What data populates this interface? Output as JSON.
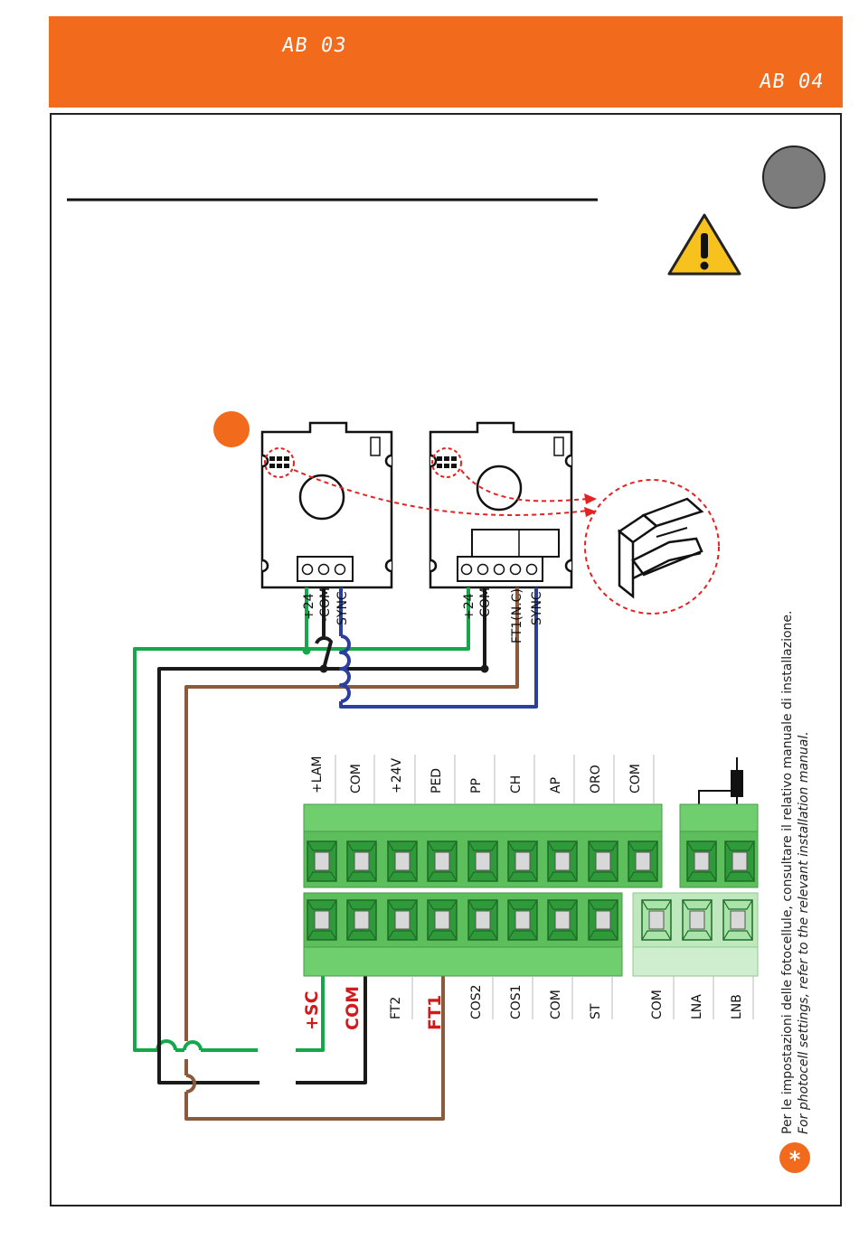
{
  "header": {
    "code_left": "AB 03",
    "code_right": "AB 04",
    "color": "#f26b1d"
  },
  "photocell_rx": {
    "terminals": [
      "+24",
      "-COM",
      "SYNC"
    ]
  },
  "photocell_tx": {
    "terminals": [
      "+24",
      "-COM",
      "FT1(N.C)",
      "SYNC"
    ]
  },
  "board": {
    "top_terminals": [
      "+LAM",
      "COM",
      "+24V",
      "PED",
      "PP",
      "CH",
      "AP",
      "ORO",
      "COM"
    ],
    "bottom_terminals": [
      "+SC",
      "COM",
      "FT2",
      "FT1",
      "COS2",
      "COS1",
      "COM",
      "ST",
      "COM",
      "LNA",
      "LNB"
    ],
    "highlighted": [
      "+SC",
      "COM",
      "FT1"
    ]
  },
  "note": {
    "line_it": "Per le impostazioni delle fotocellule, consultare il relativo manuale di installazione.",
    "line_en": "For photocell settings, refer to the relevant installation manual.",
    "bullet_symbol": "*"
  },
  "colors": {
    "green_wire": "#14a84b",
    "black_wire": "#1a1a1a",
    "brown_wire": "#8a5a3a",
    "blue_wire": "#2a3f9e",
    "terminal_green": "#6fcf6f",
    "accent_orange": "#f26b1d",
    "warning_yellow": "#f7c21d"
  }
}
